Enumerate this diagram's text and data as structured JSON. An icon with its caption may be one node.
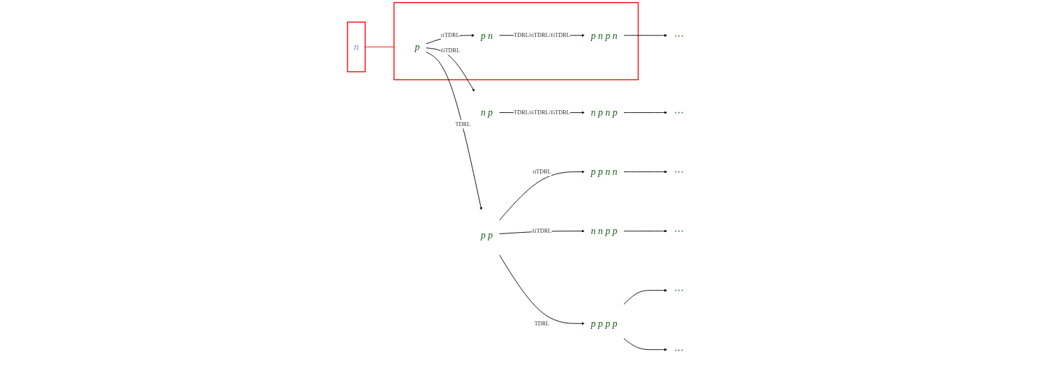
{
  "diagram": {
    "nodes": [
      {
        "text": [
          "n"
        ]
      },
      {
        "text": [],
        "shape": "box"
      },
      {
        "text": [
          "p"
        ],
        "in": 1
      },
      {
        "text": [
          "p n"
        ],
        "in": 1
      },
      {
        "text": [
          "p n p n"
        ],
        "in": 1
      },
      {
        "text": [
          "⋯"
        ]
      },
      {
        "text": [
          "n p"
        ]
      },
      {
        "text": [
          "p p"
        ]
      },
      {
        "text": [
          "p p n n"
        ]
      },
      {
        "text": [
          "⋯"
        ]
      },
      {
        "text": [
          "n p n p"
        ]
      },
      {
        "text": [
          "n n p p"
        ]
      },
      {
        "text": [
          "p p p p"
        ]
      },
      {
        "text": [
          "⋯"
        ]
      },
      {
        "text": [
          "⋯"
        ]
      },
      {
        "text": [
          "⋯"
        ]
      },
      {
        "text": [
          "⋯"
        ]
      }
    ],
    "edges": [
      {
        "from": 0,
        "to": 1,
        "arrow": "none",
        "color": "#ff0000"
      },
      {
        "from": 2,
        "to": 3,
        "arrow": "to",
        "label": "riTDRL"
      },
      {
        "from": 3,
        "to": 4,
        "arrow": "to",
        "label": "TDRL/riTDRL/ℓiTDRL"
      },
      {
        "from": 4,
        "to": 5,
        "arrow": "to"
      },
      {
        "from": 2,
        "to": 6,
        "arrow": "to",
        "label": "ℓiTDRL"
      },
      {
        "from": 2,
        "to": 7,
        "arrow": "to",
        "label": "TDRL"
      },
      {
        "from": 7,
        "to": 8,
        "arrow": "to",
        "label": "riTDRL"
      },
      {
        "from": 8,
        "to": 9,
        "arrow": "to"
      },
      {
        "from": 6,
        "to": 10,
        "arrow": "to",
        "label": "TDRL/riTDRL/ℓiTDRL"
      },
      {
        "from": 7,
        "to": 11,
        "arrow": "to",
        "label": "ℓiTDRL"
      },
      {
        "from": 7,
        "to": 12,
        "arrow": "to",
        "label": "TDRL"
      },
      {
        "from": 10,
        "to": 13,
        "arrow": "to"
      },
      {
        "from": 11,
        "to": 14,
        "arrow": "to"
      },
      {
        "from": 12,
        "to": 15,
        "arrow": "to"
      },
      {
        "from": 12,
        "to": 16,
        "arrow": "to"
      }
    ]
  }
}
